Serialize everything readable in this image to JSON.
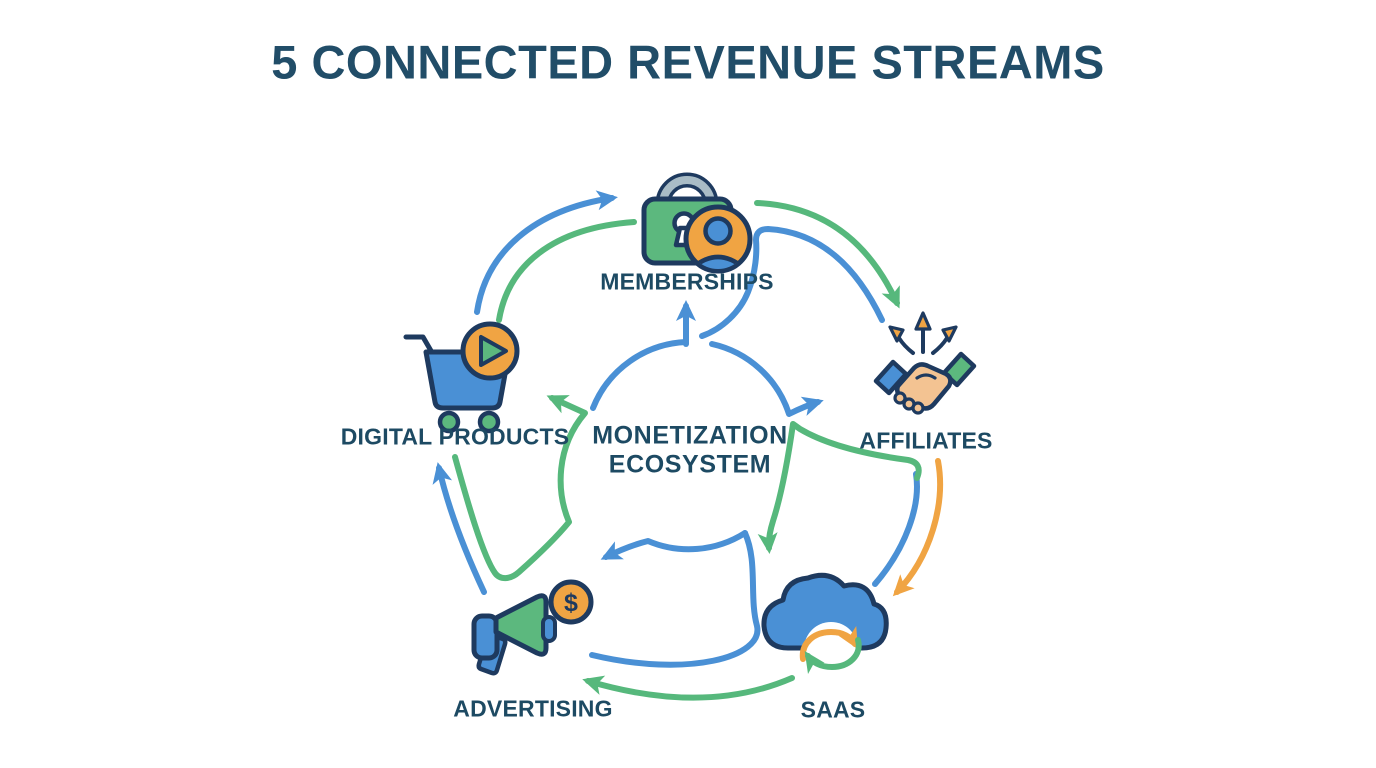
{
  "title": "5 CONNECTED REVENUE STREAMS",
  "center": {
    "title_line1": "MONETIZATION",
    "title_line2": "ECOSYSTEM"
  },
  "nodes": {
    "memberships": {
      "label": "MEMBERSHIPS",
      "icon": "lock-user-icon"
    },
    "affiliates": {
      "label": "AFFILIATES",
      "icon": "handshake-branch-icon"
    },
    "saas": {
      "label": "SAAS",
      "icon": "cloud-sync-icon"
    },
    "advertising": {
      "label": "ADVERTISING",
      "icon": "megaphone-coin-icon",
      "coin_symbol": "$"
    },
    "digital_products": {
      "label": "DIGITAL PRODUCTS",
      "icon": "cart-play-icon"
    }
  },
  "colors": {
    "blue": "#4a90d5",
    "green": "#56b87c",
    "orange": "#f0a443",
    "navy_outline": "#1e3a5f",
    "text": "#1d4a63",
    "skin": "#f3c392",
    "shackle_gray": "#a9bcc6",
    "background": "#ffffff"
  }
}
